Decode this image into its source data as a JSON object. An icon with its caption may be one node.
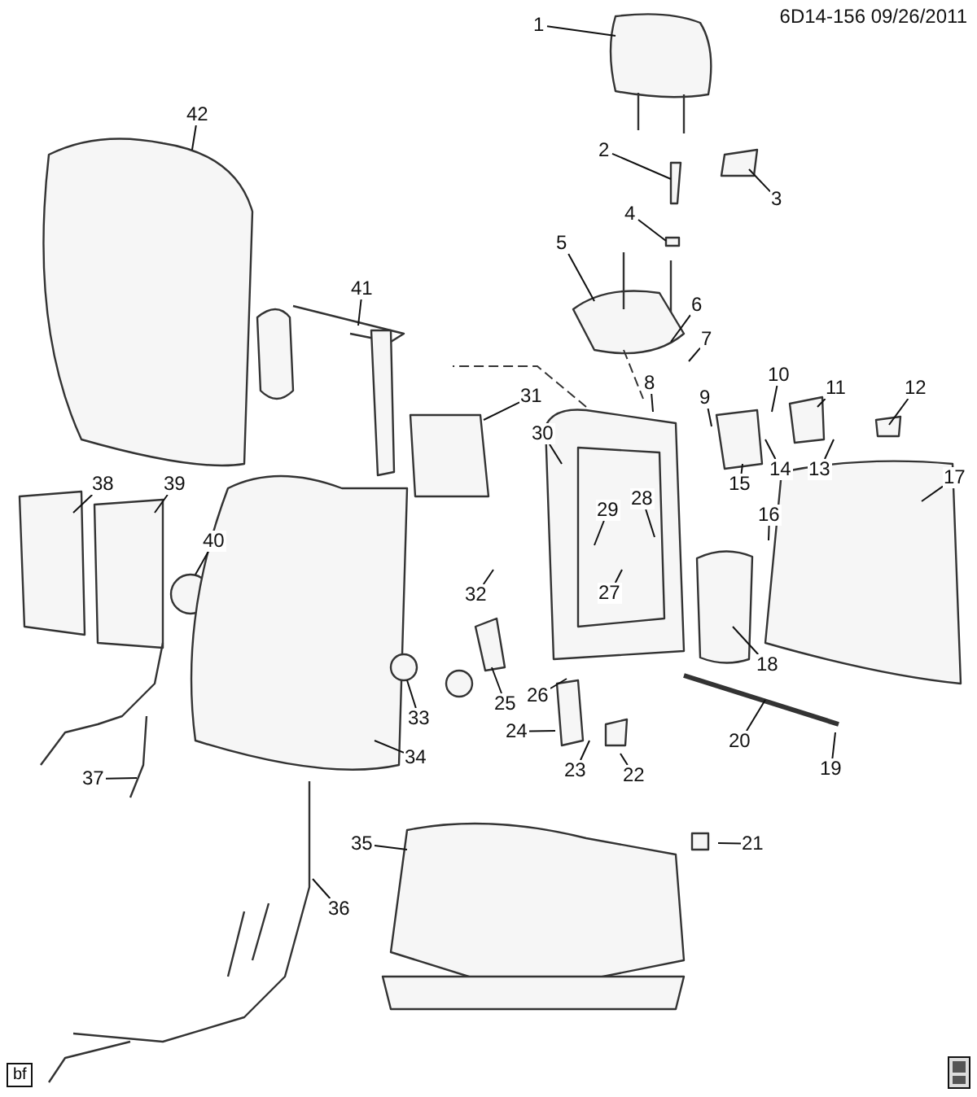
{
  "diagram": {
    "nodes": [
      {
        "text": [
          "1"
        ]
      },
      {
        "text": [
          "2"
        ]
      },
      {
        "text": [
          "3"
        ]
      },
      {
        "text": [
          "4"
        ]
      },
      {
        "text": [
          "5"
        ]
      },
      {
        "text": [
          "6"
        ]
      },
      {
        "text": [
          "7"
        ]
      },
      {
        "text": [
          "8"
        ]
      },
      {
        "text": [
          "9"
        ]
      },
      {
        "text": [
          "10"
        ]
      },
      {
        "text": [
          "11"
        ]
      },
      {
        "text": [
          "12"
        ]
      },
      {
        "text": [
          "13"
        ]
      },
      {
        "text": [
          "14"
        ]
      },
      {
        "text": [
          "15"
        ]
      },
      {
        "text": [
          "16"
        ]
      },
      {
        "text": [
          "17"
        ]
      },
      {
        "text": [
          "18"
        ]
      },
      {
        "text": [
          "19"
        ]
      },
      {
        "text": [
          "20"
        ]
      },
      {
        "text": [
          "21"
        ]
      },
      {
        "text": [
          "22"
        ]
      },
      {
        "text": [
          "23"
        ]
      },
      {
        "text": [
          "24"
        ]
      },
      {
        "text": [
          "25"
        ]
      },
      {
        "text": [
          "26"
        ]
      },
      {
        "text": [
          "27"
        ]
      },
      {
        "text": [
          "28"
        ]
      },
      {
        "text": [
          "29"
        ]
      },
      {
        "text": [
          "30"
        ]
      },
      {
        "text": [
          "31"
        ]
      },
      {
        "text": [
          "32"
        ]
      },
      {
        "text": [
          "33"
        ]
      },
      {
        "text": [
          "34"
        ]
      },
      {
        "text": [
          "35"
        ]
      },
      {
        "text": [
          "36"
        ]
      },
      {
        "text": [
          "37"
        ]
      },
      {
        "text": [
          "38"
        ]
      },
      {
        "text": [
          "39"
        ]
      },
      {
        "text": [
          "40"
        ]
      },
      {
        "text": [
          "41"
        ]
      },
      {
        "text": [
          "42"
        ]
      }
    ],
    "edges": [
      {
        "from": 0,
        "to": null,
        "arrow": "none"
      },
      {
        "from": 1,
        "to": null,
        "arrow": "none"
      },
      {
        "from": 2,
        "to": null,
        "arrow": "none"
      },
      {
        "from": 3,
        "to": null,
        "arrow": "none"
      },
      {
        "from": 4,
        "to": null,
        "arrow": "none"
      },
      {
        "from": 5,
        "to": null,
        "arrow": "none"
      },
      {
        "from": 6,
        "to": null,
        "arrow": "none"
      },
      {
        "from": 7,
        "to": null,
        "arrow": "none"
      },
      {
        "from": 8,
        "to": null,
        "arrow": "none"
      },
      {
        "from": 9,
        "to": null,
        "arrow": "none"
      },
      {
        "from": 10,
        "to": null,
        "arrow": "none"
      },
      {
        "from": 11,
        "to": null,
        "arrow": "none"
      },
      {
        "from": 12,
        "to": null,
        "arrow": "none"
      },
      {
        "from": 13,
        "to": null,
        "arrow": "none"
      },
      {
        "from": 14,
        "to": null,
        "arrow": "none"
      },
      {
        "from": 15,
        "to": null,
        "arrow": "none"
      },
      {
        "from": 16,
        "to": null,
        "arrow": "none"
      },
      {
        "from": 17,
        "to": null,
        "arrow": "none"
      },
      {
        "from": 18,
        "to": null,
        "arrow": "none"
      },
      {
        "from": 19,
        "to": null,
        "arrow": "none"
      },
      {
        "from": 20,
        "to": null,
        "arrow": "none"
      },
      {
        "from": 21,
        "to": null,
        "arrow": "none"
      },
      {
        "from": 22,
        "to": null,
        "arrow": "none"
      },
      {
        "from": 23,
        "to": null,
        "arrow": "none"
      },
      {
        "from": 24,
        "to": null,
        "arrow": "none"
      },
      {
        "from": 25,
        "to": null,
        "arrow": "none"
      },
      {
        "from": 26,
        "to": null,
        "arrow": "none"
      },
      {
        "from": 27,
        "to": null,
        "arrow": "none"
      },
      {
        "from": 28,
        "to": null,
        "arrow": "none"
      },
      {
        "from": 29,
        "to": null,
        "arrow": "none"
      },
      {
        "from": 30,
        "to": null,
        "arrow": "none"
      },
      {
        "from": 31,
        "to": null,
        "arrow": "none"
      },
      {
        "from": 32,
        "to": null,
        "arrow": "none"
      },
      {
        "from": 33,
        "to": null,
        "arrow": "none"
      },
      {
        "from": 34,
        "to": null,
        "arrow": "none"
      },
      {
        "from": 35,
        "to": null,
        "arrow": "none"
      },
      {
        "from": 36,
        "to": null,
        "arrow": "none"
      },
      {
        "from": 37,
        "to": null,
        "arrow": "none"
      },
      {
        "from": 38,
        "to": null,
        "arrow": "none"
      },
      {
        "from": 39,
        "to": null,
        "arrow": "none"
      },
      {
        "from": 40,
        "to": null,
        "arrow": "none"
      },
      {
        "from": 41,
        "to": null,
        "arrow": "none"
      }
    ],
    "labels": [
      "6D14-156 09/26/2011",
      "bf"
    ]
  }
}
